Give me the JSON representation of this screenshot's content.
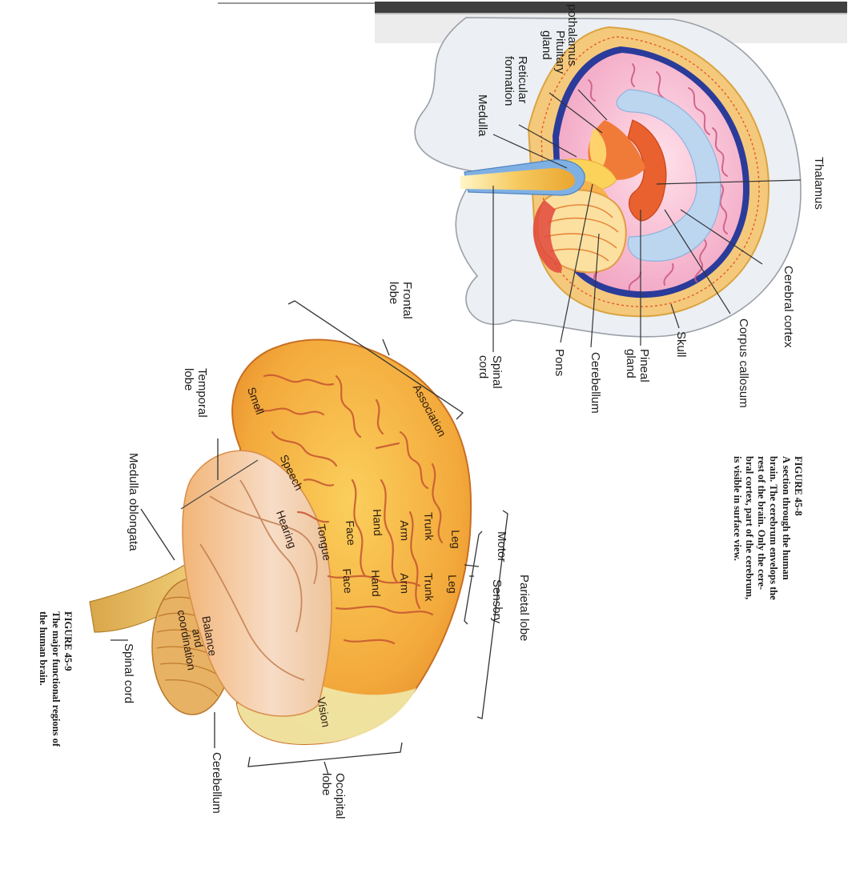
{
  "section_diagram": {
    "labels": {
      "hypothalamus": "pothalamus",
      "pituitary": "Pituitary\ngland",
      "reticular": "Reticular\nformation",
      "medulla": "Medulla",
      "thalamus": "Thalamus",
      "cerebral_cortex": "Cerebral cortex",
      "corpus_callosum": "Corpus callosum",
      "skull": "Skull",
      "pineal": "Pineal\ngland",
      "cerebellum": "Cerebellum",
      "pons": "Pons",
      "spinal_cord": "Spinal\ncord"
    },
    "caption": {
      "title": "FIGURE 45-8",
      "lines": [
        "A section through the human",
        "brain. The cerebrum envelops the",
        "rest of the brain. Only the cere-",
        "bral cortex, part of the cerebrum,",
        "is visible in surface view."
      ]
    }
  },
  "surface_diagram": {
    "labels": {
      "frontal_lobe": "Frontal\nlobe",
      "temporal_lobe": "Temporal\nlobe",
      "medulla_oblongata": "Medulla oblongata",
      "spinal_cord": "Spinal cord",
      "cerebellum": "Cerebellum",
      "occipital_lobe": "Occipital\nlobe",
      "parietal_lobe": "Parietal lobe",
      "motor": "Motor",
      "sensory": "Sensory"
    },
    "regions": {
      "association": "Association",
      "smell": "Smell",
      "speech": "Speech",
      "hearing": "Hearing",
      "tongue": "Tongue",
      "face_motor": "Face",
      "face_sensory": "Face",
      "hand_motor": "Hand",
      "hand_sensory": "Hand",
      "arm_motor": "Arm",
      "arm_sensory": "Arm",
      "trunk_motor": "Trunk",
      "trunk_sensory": "Trunk",
      "leg_motor": "Leg",
      "leg_sensory": "Leg",
      "vision": "Vision",
      "balance": "Balance\nand\ncoordination"
    },
    "caption": {
      "title": "FIGURE 45-9",
      "lines": [
        "The major functional regions of",
        "the human brain."
      ]
    }
  },
  "colors": {
    "page": "#ffffff",
    "page_band": "#4a4a4a",
    "cortex": "#f3a93b",
    "brain_inner": "#f6b8cf",
    "gyri_lines": "#c85a32",
    "temporal": "#f0c7a1",
    "occipital": "#efe5a4",
    "cerebellum": "#e8b264",
    "skull": "#e9eaee",
    "outline": "#2a2a2a"
  }
}
